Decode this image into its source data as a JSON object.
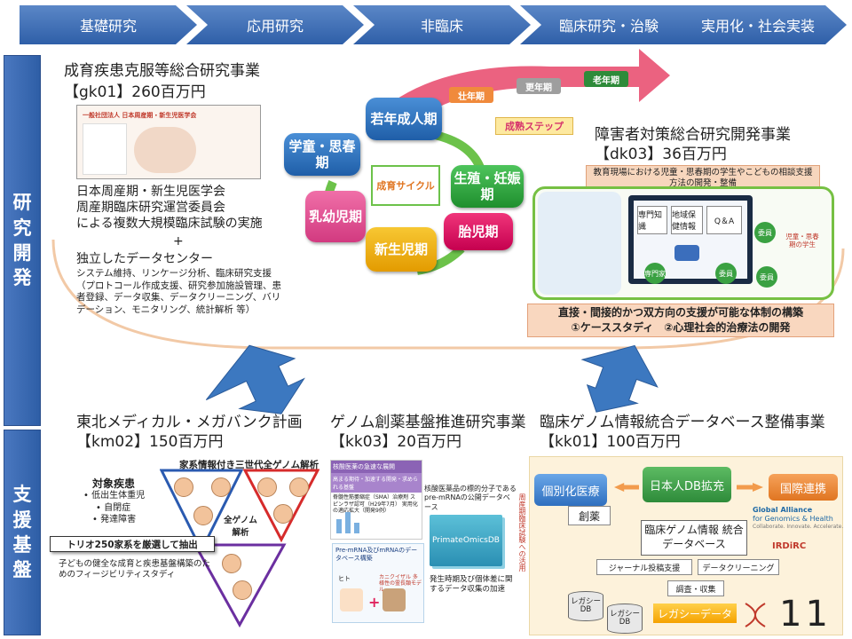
{
  "phases": [
    "基礎研究",
    "応用研究",
    "非臨床",
    "臨床研究・治験",
    "実用化・社会実装"
  ],
  "side": {
    "research": [
      "研",
      "究",
      "開",
      "発"
    ],
    "support": [
      "支",
      "援",
      "基",
      "盤"
    ]
  },
  "gk01": {
    "title": "成育疾患克服等総合研究事業",
    "code": "【gk01】260百万円",
    "web_banner": "一般社団法人 日本周産期・新生児医学会",
    "line1": "日本周産期・新生児医学会",
    "line2": "周産期臨床研究運営委員会",
    "line3": "による複数大規模臨床試験の実施",
    "plus": "+",
    "line4": "独立したデータセンター",
    "detail": "システム維持、リンケージ分析、臨床研究支援（プロトコール作成支援、研究参加施設管理、患者登録、データ収集、データクリーニング、バリデーション、モニタリング、統計解析 等）"
  },
  "cycle": {
    "adult_young": "若年成人期",
    "school": "学童・思春期",
    "infant": "乳幼児期",
    "newborn": "新生児期",
    "fetal": "胎児期",
    "reproductive": "生殖・妊娠期",
    "center": "成育サイクル",
    "prime": "壮年期",
    "later": "更年期",
    "elderly": "老年期",
    "maturity": "成熟ステップ"
  },
  "dk03": {
    "title": "障害者対策総合研究開発事業",
    "code": "【dk03】36百万円",
    "banner": "教育現場における児童・思春期の学生やこどもの相談支援方法の開発・整備",
    "screen_items": [
      "専門知識",
      "地域保健情報",
      "Q＆A"
    ],
    "expert": "専門家",
    "member": "委員",
    "side_note": "児童・思春期の学生",
    "support_line1": "直接・間接的かつ双方向の支援が可能な体制の構築",
    "support_line2": "①ケーススタディ　②心理社会的治療法の開発"
  },
  "km02": {
    "title": "東北メディカル・メガバンク計画",
    "code": "【km02】150百万円",
    "genome_label": "家系情報付き三世代全ゲノム解析",
    "disease_title": "対象疾患",
    "diseases": [
      "低出生体重児",
      "自閉症",
      "発達障害"
    ],
    "full_genome": "全ゲノム解析",
    "trio": "トリオ250家系を厳選して抽出",
    "study": "子どもの健全な成育と疾患基盤構築のためのフィージビリティスタディ"
  },
  "kk03": {
    "title": "ゲノム創薬基盤推進研究事業",
    "code": "【kk03】20百万円",
    "panel_head": "核酸医薬の急速な展開",
    "panel_sub": "高まる期待・加速する開発・求められる基盤",
    "panel_note": "脊髄性筋萎縮症（SMA）治療剤 スピンラザ認可（H29年7月） 実用化の適応拡大（開発9例）",
    "nucleic": "核酸医薬品の標的分子である pre-mRNAの公開データベース",
    "db": "PrimateOmicsDB",
    "pre_mrna": "Pre-mRNA及びmRNAのデータベース構築",
    "human": "ヒト",
    "monkey": "カニクイザル 多様性の霊長類モデル",
    "side_vertical": "周産期臨床試験への活用",
    "accel": "発生時期及び個体差に関するデータ収集の加速"
  },
  "kk01": {
    "title": "臨床ゲノム情報統合データベース整備事業",
    "code": "【kk01】100百万円",
    "personalized": "個別化医療",
    "drug": "創薬",
    "japanese_db": "日本人DB拡充",
    "intl": "国際連携",
    "integrated": "臨床ゲノム情報 統合データベース",
    "journal": "ジャーナル投稿支援",
    "cleaning": "データクリーニング",
    "survey": "調査・収集",
    "legacy_db": "レガシー DB",
    "legacy_data": "レガシーデータ",
    "ga4gh_line1": "Global Alliance",
    "ga4gh_line2": "for Genomics & Health",
    "ga4gh_line3": "Collaborate. Innovate. Accelerate.",
    "irdirc": "IRDiRC"
  },
  "page_number": "11",
  "colors": {
    "phase": "#2f5fa8",
    "sidebar": "#2e5ea6",
    "orange": "#e07521",
    "green": "#2e8b3a",
    "blue": "#2f6fbf"
  }
}
